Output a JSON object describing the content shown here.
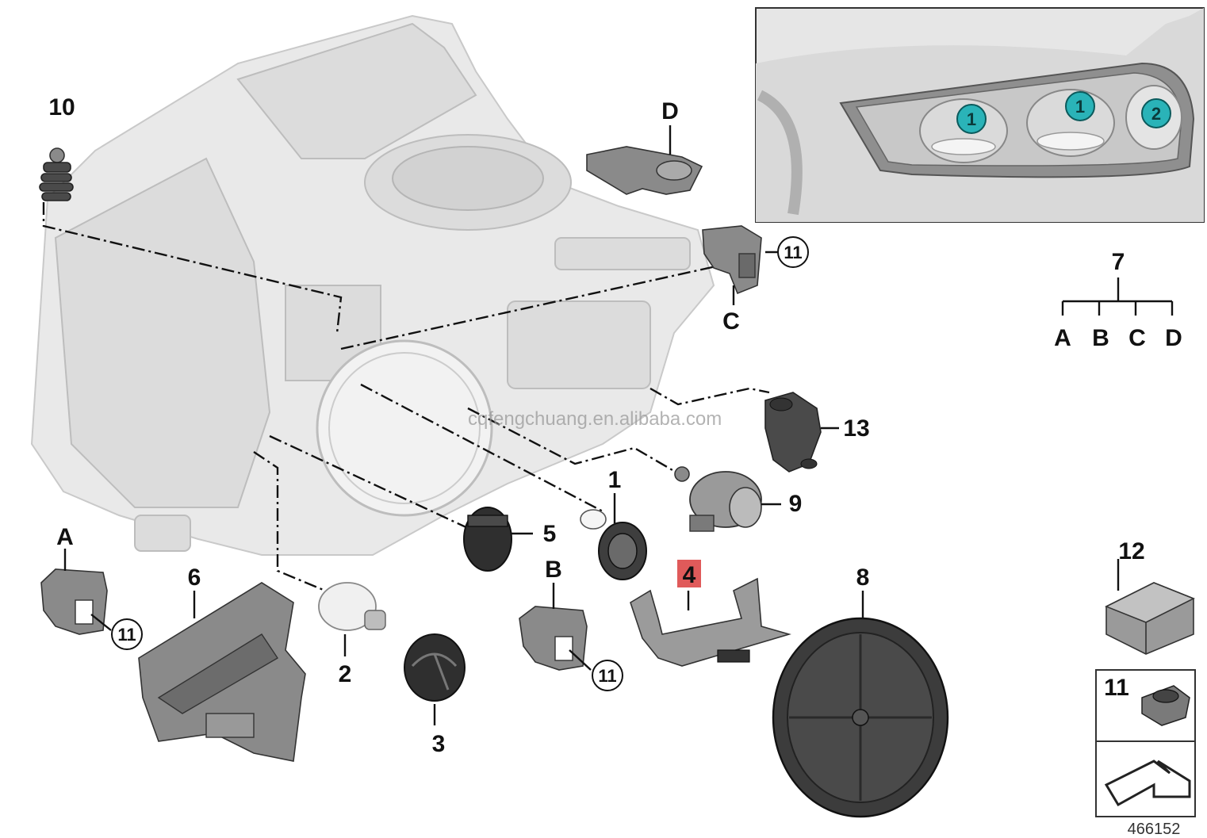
{
  "labels": {
    "p1": "1",
    "p2": "2",
    "p3": "3",
    "p4": "4",
    "p5": "5",
    "p6": "6",
    "p7": "7",
    "p8": "8",
    "p9": "9",
    "p10": "10",
    "p11": "11",
    "p12": "12",
    "p13": "13",
    "A": "A",
    "B": "B",
    "C": "C",
    "D": "D"
  },
  "tree_7": [
    "A",
    "B",
    "C",
    "D"
  ],
  "inset_markers": [
    "1",
    "1",
    "2"
  ],
  "circled_ref": "11",
  "watermark": "cqfengchuang.en.alibaba.com",
  "reference_number": "466152",
  "colors": {
    "highlight": "#e05a5a",
    "teal_marker": "#2ab3b8",
    "line": "#111111"
  }
}
